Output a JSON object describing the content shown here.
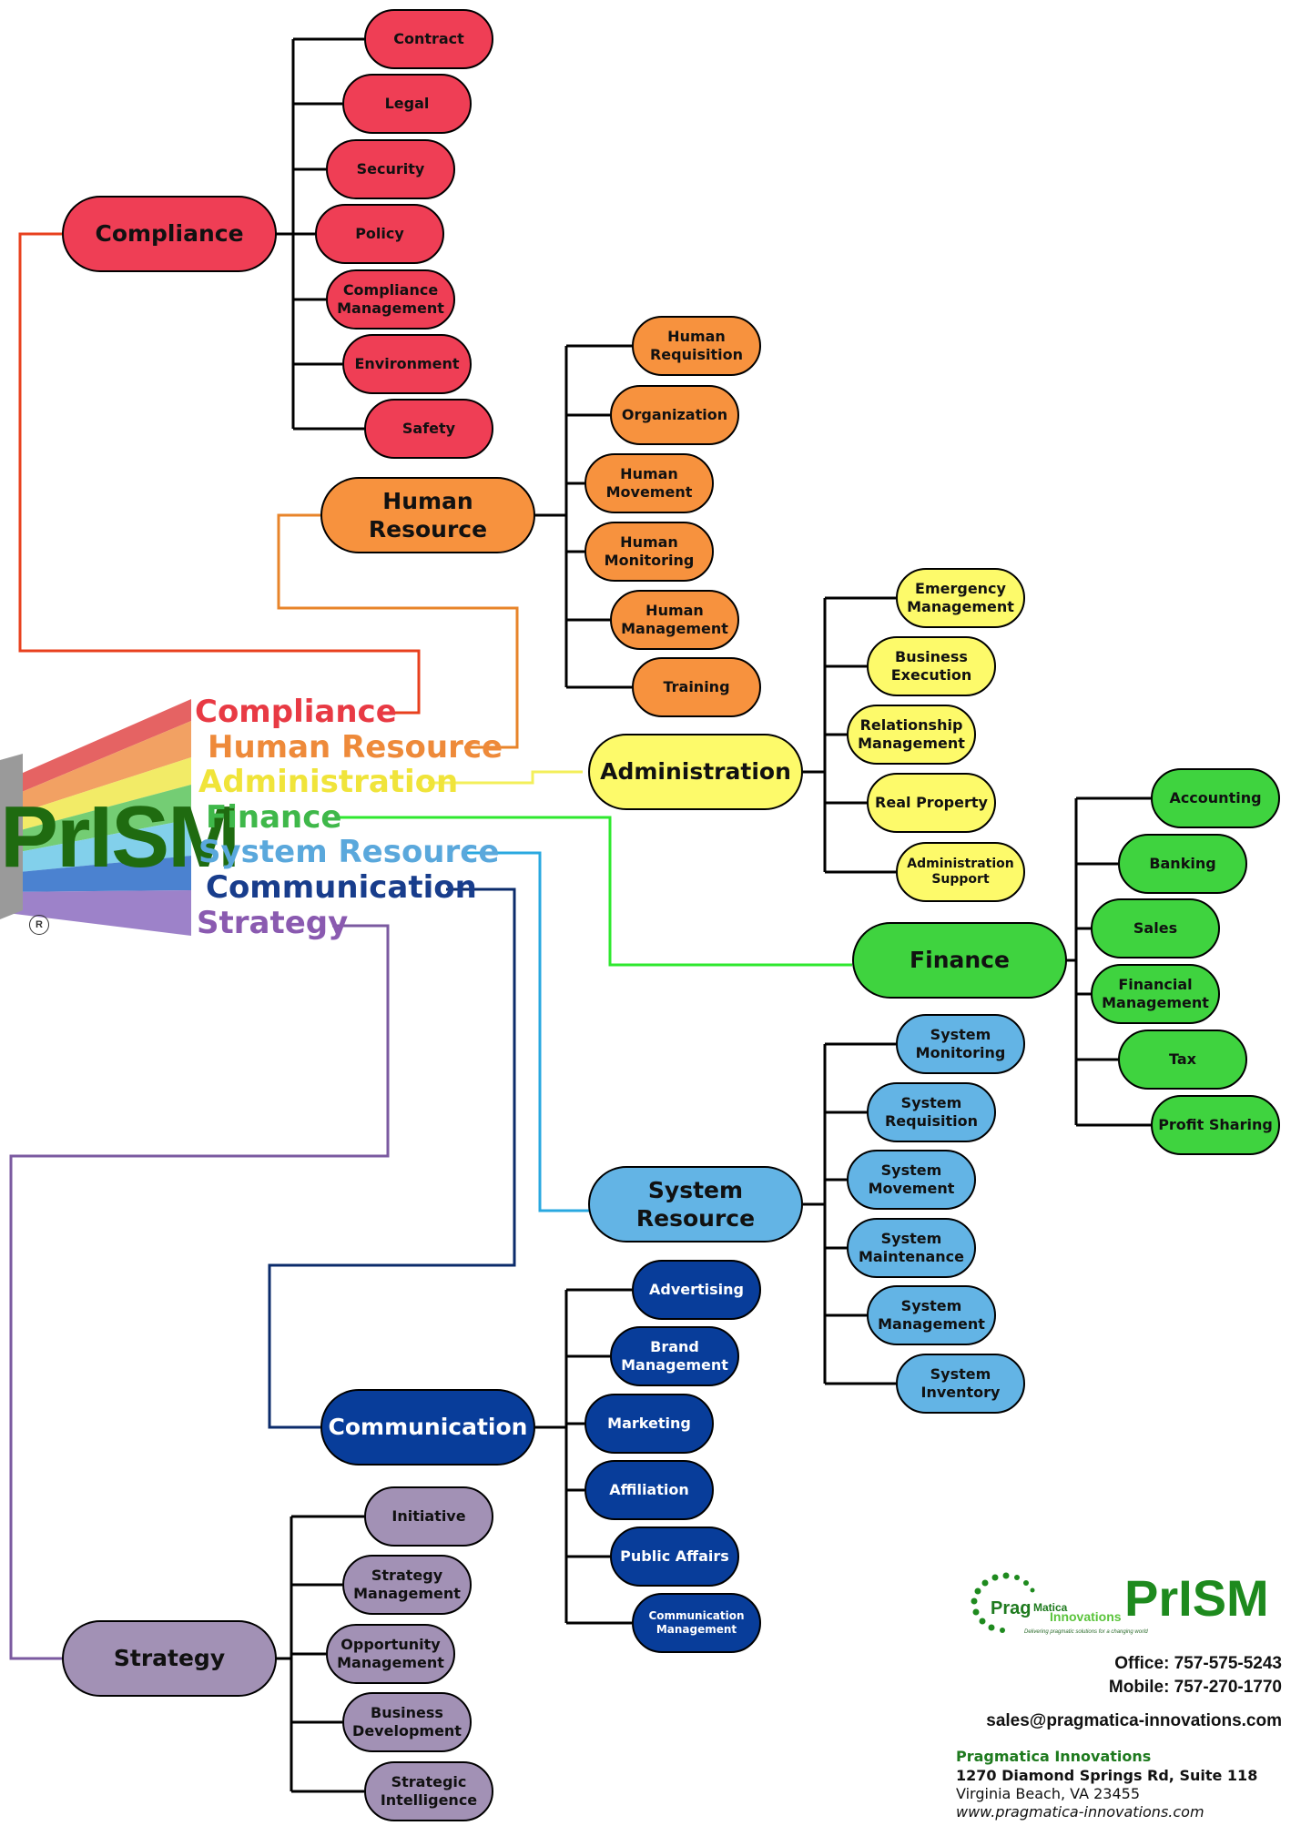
{
  "colors": {
    "compliance": "#ef3e55",
    "human_resource": "#f7923e",
    "administration": "#fdfa6a",
    "finance": "#3fd33f",
    "system_resource": "#63b4e5",
    "communication": "#083d9a",
    "strategy": "#a291b5"
  },
  "prism": {
    "logo_text": "PrISM",
    "registered_mark": "R",
    "labels": [
      "Compliance",
      "Human Resource",
      "Administration",
      "Finance",
      "System Resource",
      "Communication",
      "Strategy"
    ]
  },
  "categories": {
    "compliance": {
      "title": "Compliance",
      "children": [
        "Contract",
        "Legal",
        "Security",
        "Policy",
        "Compliance\nManagement",
        "Environment",
        "Safety"
      ]
    },
    "human_resource": {
      "title": "Human\nResource",
      "children": [
        "Human\nRequisition",
        "Organization",
        "Human\nMovement",
        "Human\nMonitoring",
        "Human\nManagement",
        "Training"
      ]
    },
    "administration": {
      "title": "Administration",
      "children": [
        "Emergency\nManagement",
        "Business\nExecution",
        "Relationship\nManagement",
        "Real Property",
        "Administration\nSupport"
      ]
    },
    "finance": {
      "title": "Finance",
      "children": [
        "Accounting",
        "Banking",
        "Sales",
        "Financial\nManagement",
        "Tax",
        "Profit Sharing"
      ]
    },
    "system_resource": {
      "title": "System\nResource",
      "children": [
        "System\nMonitoring",
        "System\nRequisition",
        "System\nMovement",
        "System\nMaintenance",
        "System\nManagement",
        "System\nInventory"
      ]
    },
    "communication": {
      "title": "Communication",
      "children": [
        "Advertising",
        "Brand\nManagement",
        "Marketing",
        "Affiliation",
        "Public Affairs",
        "Communication\nManagement"
      ]
    },
    "strategy": {
      "title": "Strategy",
      "children": [
        "Initiative",
        "Strategy\nManagement",
        "Opportunity\nManagement",
        "Business\nDevelopment",
        "Strategic\nIntelligence"
      ]
    }
  },
  "footer": {
    "company_logo_word1": "Prag",
    "company_logo_word2": "Matica",
    "company_logo_word3": "Innovations",
    "company_tagline": "Delivering pragmatic solutions for a changing world",
    "product_name": "PrISM",
    "office": "Office:  757-575-5243",
    "mobile": "Mobile:  757-270-1770",
    "email": "sales@pragmatica-innovations.com",
    "company": "Pragmatica Innovations",
    "address1": "1270 Diamond Springs Rd, Suite 118",
    "address2": "Virginia Beach, VA  23455",
    "website": "www.pragmatica-innovations.com"
  }
}
